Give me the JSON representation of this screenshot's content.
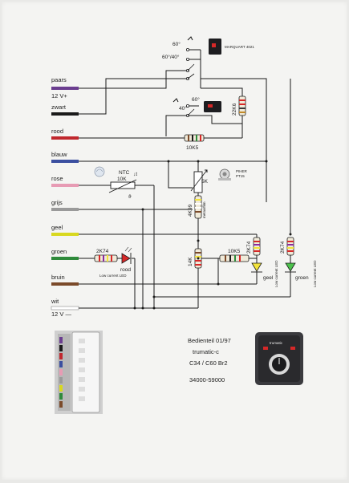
{
  "wires": [
    {
      "label": "paars",
      "sublabel": "12 V+",
      "color": "#6a3d8f"
    },
    {
      "label": "zwart",
      "sublabel": "",
      "color": "#1a1a1a"
    },
    {
      "label": "rood",
      "sublabel": "",
      "color": "#c0272d"
    },
    {
      "label": "blauw",
      "sublabel": "",
      "color": "#3b4fa0"
    },
    {
      "label": "rose",
      "sublabel": "",
      "color": "#e79bb4"
    },
    {
      "label": "grijs",
      "sublabel": "",
      "color": "#9a9a9a"
    },
    {
      "label": "geel",
      "sublabel": "",
      "color": "#d8d820"
    },
    {
      "label": "groen",
      "sublabel": "",
      "color": "#2e8a3b"
    },
    {
      "label": "bruin",
      "sublabel": "",
      "color": "#7b4a2a"
    },
    {
      "label": "wit",
      "sublabel": "12 V —",
      "color": "#ffffff"
    }
  ],
  "components": {
    "switch_top_a": "60°",
    "switch_top_b": "60°/40°",
    "marquart": "MARQUART 4021",
    "switch2_a": "60°",
    "switch2_b": "40°",
    "r_22k6": "22K6",
    "r_10k5_top": "10K5",
    "pot_5k": "5K",
    "piher_1": "PIHER",
    "piher_2": "PT15",
    "ntc": "NTC",
    "ntc_value": "10K",
    "ntc_symbol": "↓t",
    "theta": "ϑ",
    "r_4k99": "4K99",
    "r_4k99_note": "metaalfilm",
    "r_14k": "14K",
    "r_10k5_bottom": "10K5",
    "r_2k74_left": "2K74",
    "led_rood": "rood",
    "led_note": "Low current LED",
    "r_2k74_mid": "2K74",
    "r_2k74_right": "2K74",
    "led_geel": "geel",
    "led_groen": "groen",
    "led_note_v1": "Low current LED",
    "led_note_v2": "Low current LED"
  },
  "info": {
    "line1": "Bedienteil 01/97",
    "line2": "trumatic-c",
    "line3": "C34 / C60 Br2",
    "line4": "34000-59000"
  },
  "photo": {
    "brand": "trumatic"
  },
  "colors": {
    "ink": "#1a1a1a",
    "resistor_body": "#f0ead9",
    "led_red": "#d62828",
    "led_yellow": "#f2e33a",
    "led_green": "#4cc24c",
    "panel_bg": "#3a3a3e"
  }
}
